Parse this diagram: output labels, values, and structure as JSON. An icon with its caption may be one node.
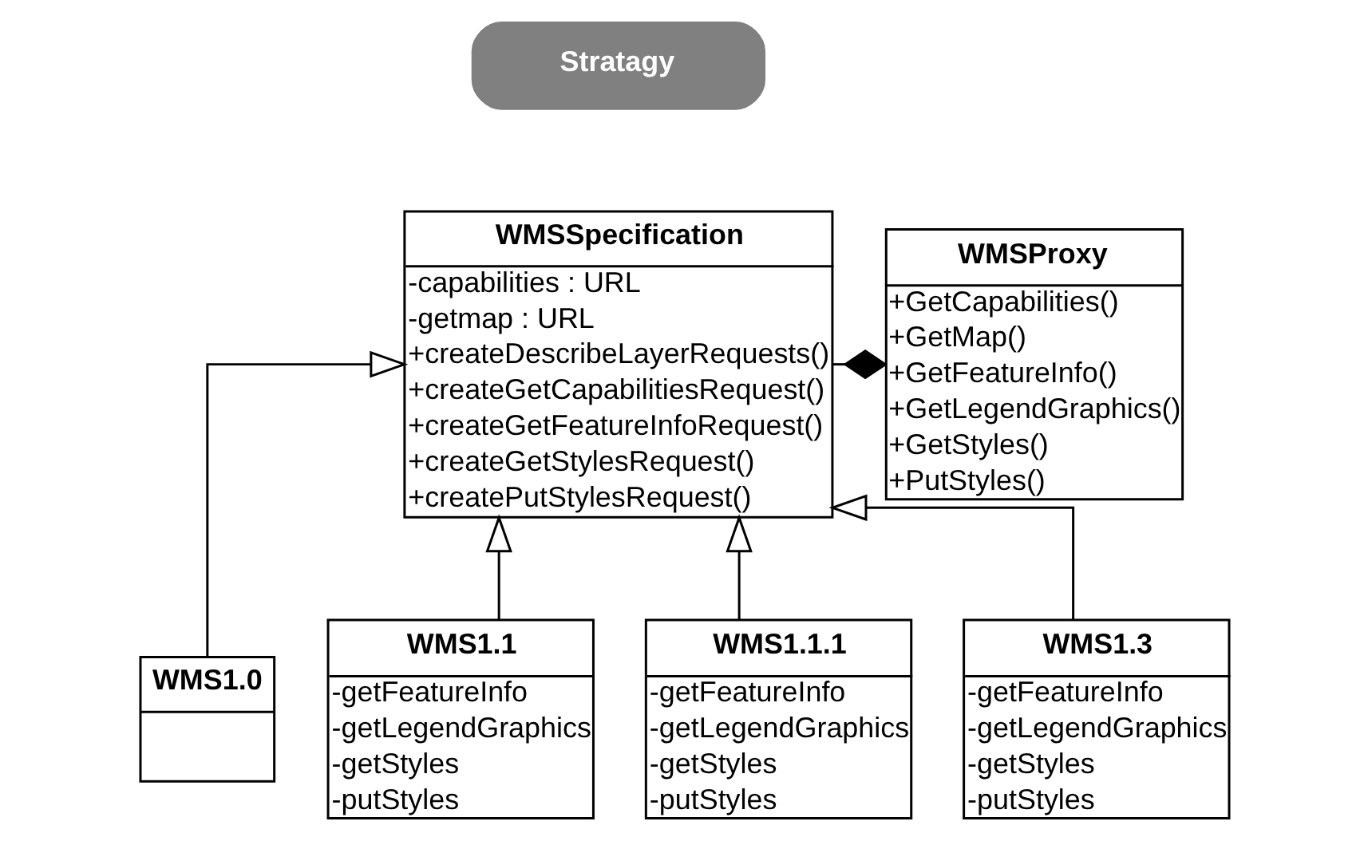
{
  "diagram": {
    "nodes": [
      {
        "text": [
          "Stratagy"
        ]
      },
      {
        "text": [
          "WMSProxy",
          "+GetCapabilities()",
          "+GetMap()",
          "+GetFeatureInfo()",
          "+GetLegendGraphics()",
          "+GetStyles()",
          "+PutStyles()"
        ]
      },
      {
        "text": [
          "WMSSpecification",
          "-capabilities : URL",
          "-getmap : URL",
          "+createDescribeLayerRequests()",
          "+createGetCapabilitiesRequest()",
          "+createGetFeatureInfoRequest()",
          "+createGetStylesRequest()",
          "+createPutStylesRequest()"
        ]
      },
      {
        "text": [
          "WMS1.0"
        ]
      },
      {
        "text": [
          "WMS1.1",
          "-getFeatureInfo",
          "-getLegendGraphics",
          "-getStyles",
          "-putStyles"
        ]
      },
      {
        "text": [
          "WMS1.1.1",
          "-getFeatureInfo",
          "-getLegendGraphics",
          "-getStyles",
          "-putStyles"
        ]
      },
      {
        "text": [
          "WMS1.3",
          "-getFeatureInfo",
          "-getLegendGraphics",
          "-getStyles",
          "-putStyles"
        ]
      }
    ],
    "edges": [
      {
        "from": 1,
        "to": 2,
        "arrow": "other"
      },
      {
        "from": 3,
        "to": 2,
        "arrow": "to"
      },
      {
        "from": 4,
        "to": 2,
        "arrow": "to"
      },
      {
        "from": 5,
        "to": 2,
        "arrow": "to"
      },
      {
        "from": 6,
        "to": 2,
        "arrow": "to"
      }
    ]
  }
}
